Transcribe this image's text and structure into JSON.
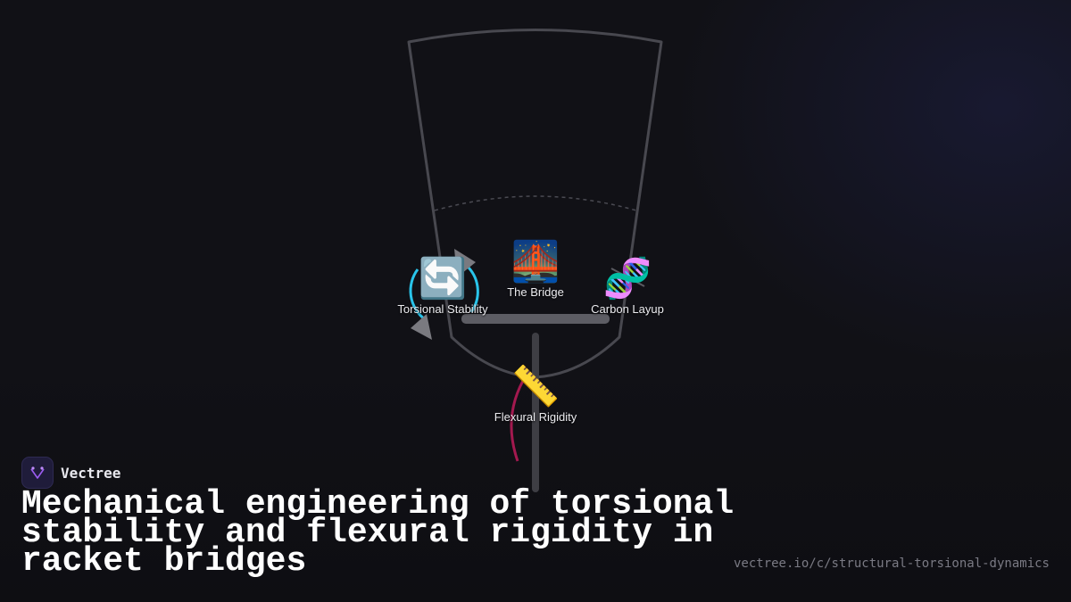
{
  "brand": {
    "name": "Vectree"
  },
  "title": "Mechanical engineering of torsional stability and flexural rigidity in racket bridges",
  "url": "vectree.io/c/structural-torsional-dynamics",
  "colors": {
    "background": "#111116",
    "frame": "#48484f",
    "torsion_arrow": "#29c4ea",
    "flex_arrow": "#a3194f",
    "brand_icon": "#9b5cf0"
  },
  "diagram": {
    "nodes": [
      {
        "id": "bridge",
        "emoji": "🌉",
        "label": "The Bridge",
        "icon": "bridge-icon"
      },
      {
        "id": "torsion",
        "emoji": "🔄",
        "label": "Torsional Stability",
        "icon": "rotation-arrows-icon"
      },
      {
        "id": "carbon",
        "emoji": "🧬",
        "label": "Carbon Layup",
        "icon": "dna-icon"
      },
      {
        "id": "flex",
        "emoji": "📏",
        "label": "Flexural Rigidity",
        "icon": "ruler-icon"
      }
    ]
  }
}
